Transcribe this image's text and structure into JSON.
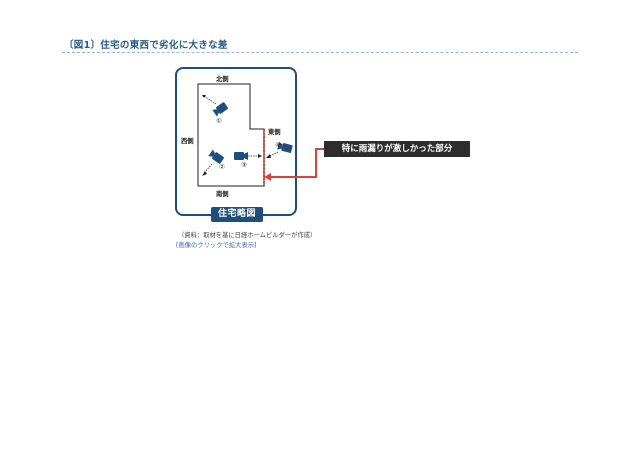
{
  "article": {
    "heading": "〔図1〕住宅の東西で劣化に大きな差",
    "source": "（資料：取材を基に日経ホームビルダーが作成）",
    "enlarge_link": "[画像のクリックで拡大表示]"
  },
  "figure": {
    "directions": {
      "north": "北側",
      "south": "南側",
      "west": "西側",
      "east": "東側"
    },
    "camera_numbers": [
      "①",
      "②",
      "③",
      "④"
    ],
    "plan_label": "住宅略図",
    "callout": "特に雨漏りが激しかった部分",
    "colors": {
      "frame": "#1f4e7b",
      "camera": "#1f4e7b",
      "highlight": "#d9443a",
      "callout_bg": "#2d2d2d"
    },
    "icons": [
      "camera-icon",
      "view-direction-arrow",
      "callout-arrow"
    ]
  }
}
